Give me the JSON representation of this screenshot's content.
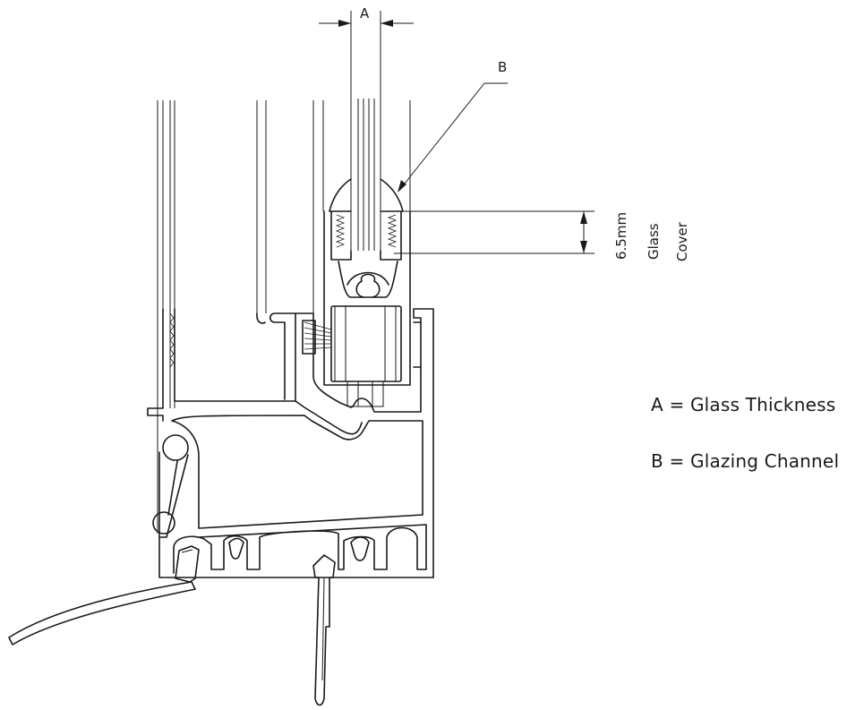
{
  "dimension_labels": {
    "a": "A",
    "b": "B",
    "glass_cover_value": "6.5mm",
    "glass_cover_line1": "Glass",
    "glass_cover_line2": "Cover"
  },
  "legend": {
    "a": "A = Glass Thickness",
    "b": "B = Glazing Channel"
  }
}
